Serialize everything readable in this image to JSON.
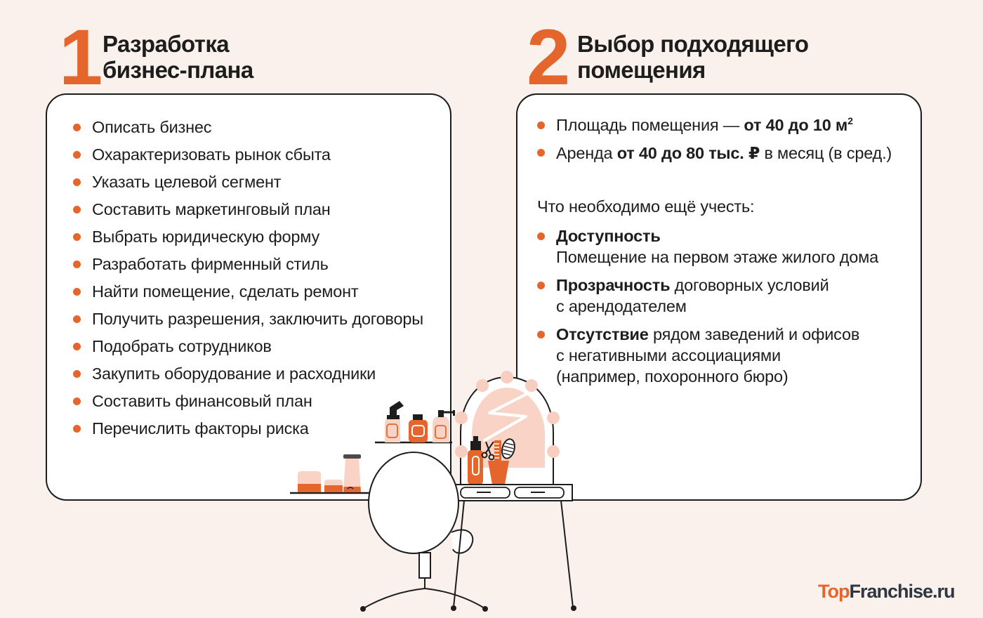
{
  "colors": {
    "background": "#FBF1EC",
    "card": "#FFFFFF",
    "ink": "#1D1D1D",
    "accent": "#E5662C",
    "pink": "#F9D3C6",
    "logo_dark": "#2E3642"
  },
  "sections": [
    {
      "number": "1",
      "title_lines": [
        "Разработка",
        "бизнес-плана"
      ],
      "items": [
        "Описать бизнес",
        "Охарактеризовать рынок сбыта",
        "Указать целевой сегмент",
        "Составить маркетинговый план",
        "Выбрать юридическую форму",
        "Разработать фирменный стиль",
        "Найти помещение, сделать ремонт",
        "Получить разрешения, заключить договоры",
        "Подобрать сотрудников",
        "Закупить оборудование и расходники",
        "Составить финансовый план",
        "Перечислить факторы риска"
      ]
    },
    {
      "number": "2",
      "title_lines": [
        "Выбор подходящего",
        "помещения"
      ],
      "facts": [
        {
          "prefix": "Площадь помещения — ",
          "bold": "от 40 до 10 м",
          "sup": "2",
          "suffix": ""
        },
        {
          "prefix": "Аренда ",
          "bold": "от 40 до 80 тыс. ₽",
          "sup": "",
          "suffix": " в месяц (в сред.)"
        }
      ],
      "consider_heading": "Что необходимо ещё учесть:",
      "considerations": [
        {
          "bold": "Доступность",
          "rest": "",
          "lines": [
            "Помещение на первом этаже жилого дома"
          ]
        },
        {
          "bold": "Прозрачность",
          "rest": " договорных условий",
          "lines": [
            "с арендодателем"
          ]
        },
        {
          "bold": "Отсутствие",
          "rest": " рядом заведений и офисов",
          "lines": [
            "с негативными ассоциациями",
            "(например, похоронного бюро)"
          ]
        }
      ]
    }
  ],
  "illustration": {
    "description": "beauty-salon vanity: mirror with light bulbs, hairspray, scissors, comb, brush in cup, dressing table with two drawers, salon chair, shelves with cosmetics",
    "icons": [
      "vanity-mirror",
      "light-bulbs",
      "hairspray-can",
      "scissors",
      "comb",
      "hair-brush",
      "tool-cup",
      "dressing-table",
      "salon-chair",
      "spray-bottle",
      "cosmetic-jar",
      "pump-bottle",
      "cream-jars",
      "cream-tube"
    ]
  },
  "logo": {
    "top": "Top",
    "rest": "Franchise.ru"
  }
}
